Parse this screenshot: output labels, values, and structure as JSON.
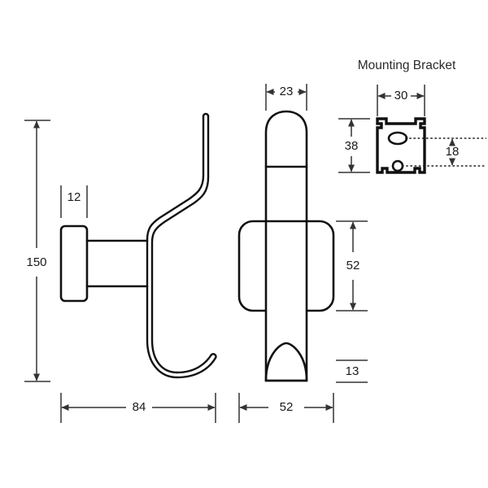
{
  "drawing": {
    "title": "Coat Hook Technical Drawing",
    "background_color": "#ffffff",
    "line_color": "#111111",
    "dimension_color": "#333333",
    "text_color": "#1a1a1a",
    "units": "mm"
  },
  "labels": {
    "mounting_bracket": "Mounting Bracket"
  },
  "dimensions": {
    "side_height": "150",
    "wall_plate_width": "12",
    "side_depth": "84",
    "front_top_width": "23",
    "front_total_width": "52",
    "front_plate_height": "52",
    "front_bottom_height": "13",
    "bracket_width": "30",
    "bracket_height": "38",
    "bracket_hole_spacing": "18"
  },
  "views": {
    "side_view": {
      "name": "side-elevation",
      "dimension_refs": [
        "150",
        "12",
        "84"
      ]
    },
    "front_view": {
      "name": "front-elevation",
      "dimension_refs": [
        "23",
        "52",
        "52",
        "13"
      ]
    },
    "bracket_view": {
      "name": "mounting-bracket-detail",
      "dimension_refs": [
        "30",
        "38",
        "18"
      ]
    }
  }
}
